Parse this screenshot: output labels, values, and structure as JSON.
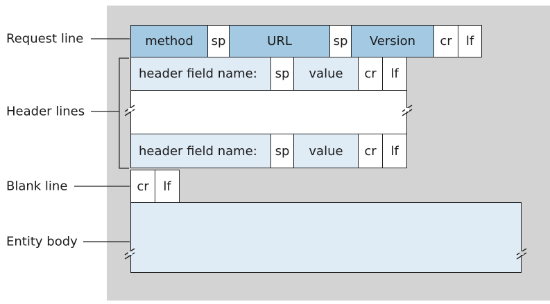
{
  "labels": {
    "request_line": "Request line",
    "header_lines": "Header lines",
    "blank_line": "Blank line",
    "entity_body": "Entity body"
  },
  "request_line": {
    "method": "method",
    "sp1": "sp",
    "url": "URL",
    "sp2": "sp",
    "version": "Version",
    "cr": "cr",
    "lf": "lf"
  },
  "header_lines": [
    {
      "name": "header field name:",
      "sp": "sp",
      "value": "value",
      "cr": "cr",
      "lf": "lf"
    },
    {
      "name": "header field name:",
      "sp": "sp",
      "value": "value",
      "cr": "cr",
      "lf": "lf"
    }
  ],
  "blank_line": {
    "cr": "cr",
    "lf": "lf"
  },
  "colors": {
    "background_panel": "#d3d3d3",
    "request_fill": "#a3c9e3",
    "header_fill": "#dfebf5",
    "body_fill": "#dfebf5"
  }
}
